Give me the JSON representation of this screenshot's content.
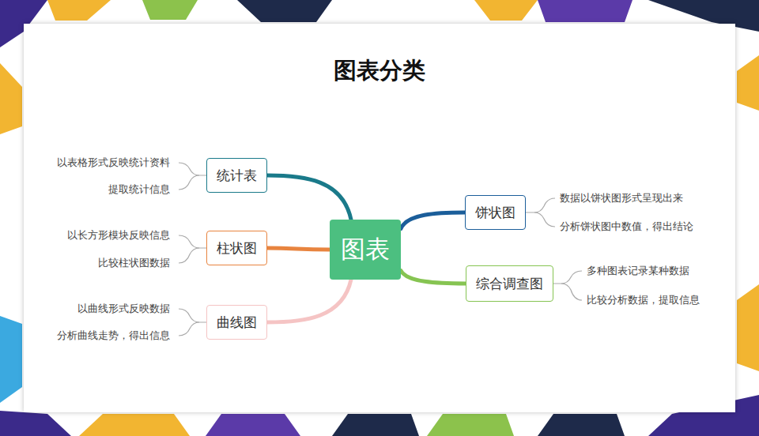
{
  "diagram": {
    "title": "图表分类",
    "nodes": [
      {
        "text": [
          "图表"
        ]
      },
      {
        "text": [
          "统计表"
        ]
      },
      {
        "text": [
          "柱状图"
        ]
      },
      {
        "text": [
          "曲线图"
        ]
      },
      {
        "text": [
          "饼状图"
        ]
      },
      {
        "text": [
          "综合调查图"
        ]
      }
    ],
    "edges": [
      {
        "from": 0,
        "to": 1,
        "arrow": "none"
      },
      {
        "from": 0,
        "to": 2,
        "arrow": "none"
      },
      {
        "from": 0,
        "to": 3,
        "arrow": "none"
      },
      {
        "from": 0,
        "to": 4,
        "arrow": "none"
      },
      {
        "from": 0,
        "to": 5,
        "arrow": "none"
      }
    ],
    "labels": [
      "以表格形式反映统计资料",
      "提取统计信息",
      "以长方形模块反映信息",
      "比较柱状图数据",
      "以曲线形式反映数据",
      "分析曲线走势，得出信息",
      "数据以饼状图形式呈现出来",
      "分析饼状图中数值，得出结论",
      "多种图表记录某种数据",
      "比较分析数据，提取信息"
    ]
  }
}
